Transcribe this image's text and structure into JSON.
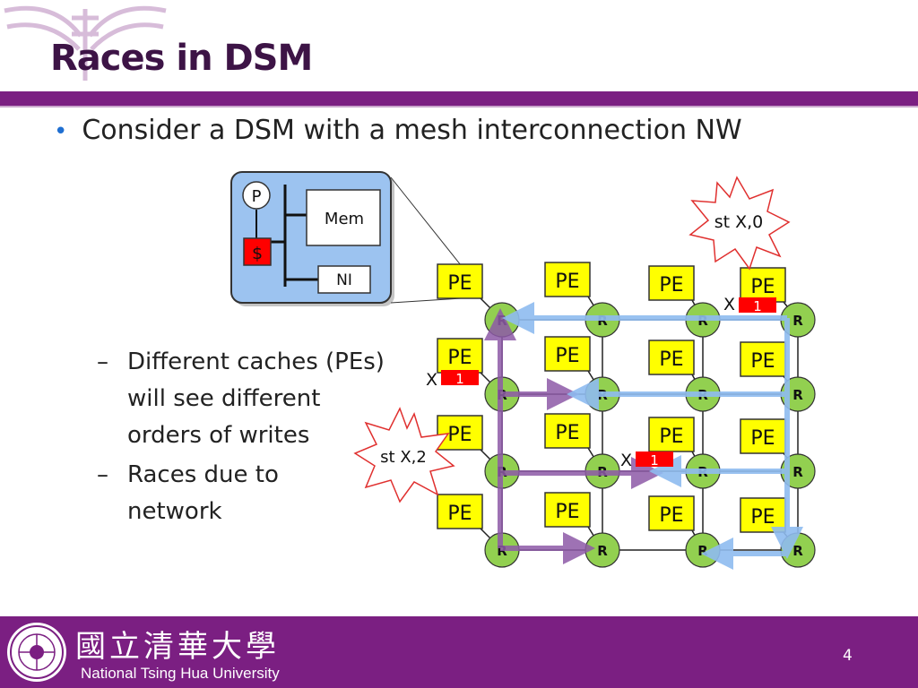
{
  "slide": {
    "title": "Races in DSM",
    "bullet": "Consider a DSM with a mesh interconnection NW",
    "sub_bullets": [
      {
        "lines": [
          "Different caches (PEs)",
          "will see different",
          "orders of writes"
        ]
      },
      {
        "lines": [
          "Races due to",
          "network"
        ]
      }
    ],
    "footer": {
      "university_cn": "國立清華大學",
      "university_en": "National Tsing Hua University",
      "page_number": "4"
    }
  },
  "node_detail": {
    "processor": "P",
    "cache": "$",
    "memory": "Mem",
    "network_interface": "NI"
  },
  "mesh": {
    "pe_label": "PE",
    "router_label": "R",
    "rows": 4,
    "cols": 4
  },
  "annotations": {
    "store_a": "st X,0",
    "store_b": "st X,2",
    "var_name": "X",
    "cached_value": "1"
  },
  "colors": {
    "accent": "#7b1f82",
    "pe_fill": "#ffff00",
    "router_fill": "#92d050",
    "cache_fill": "#ff0000",
    "node_fill": "#9cc3f0",
    "path_blue": "#8fbcf0",
    "path_purple": "#8e5aa8"
  }
}
